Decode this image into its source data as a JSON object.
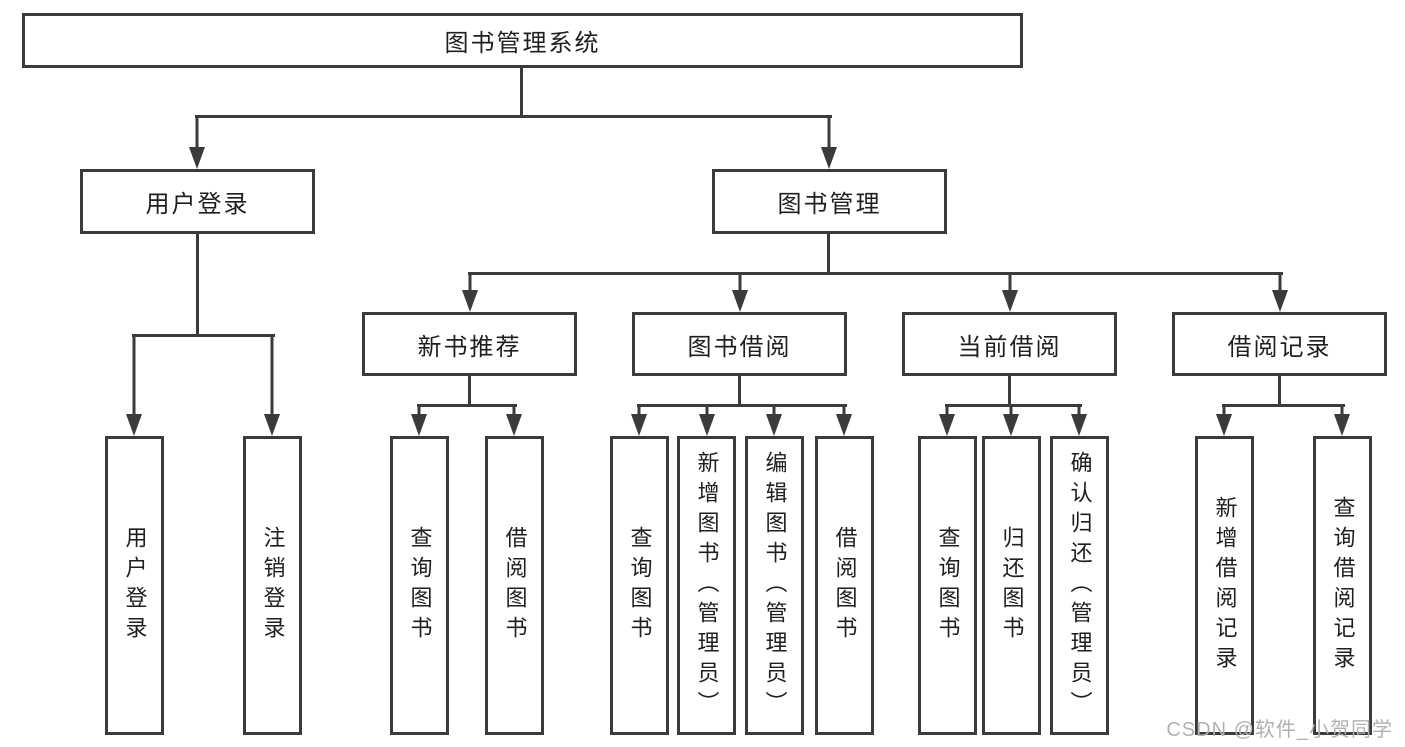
{
  "diagram": {
    "type": "tree",
    "title": "图书管理系统",
    "root": {
      "label": "图书管理系统",
      "children": [
        {
          "label": "用户登录",
          "children": [
            {
              "label": "用户登录"
            },
            {
              "label": "注销登录"
            }
          ]
        },
        {
          "label": "图书管理",
          "children": [
            {
              "label": "新书推荐",
              "children": [
                {
                  "label": "查询图书"
                },
                {
                  "label": "借阅图书"
                }
              ]
            },
            {
              "label": "图书借阅",
              "children": [
                {
                  "label": "查询图书"
                },
                {
                  "label": "新增图书（管理员）"
                },
                {
                  "label": "编辑图书（管理员）"
                },
                {
                  "label": "借阅图书"
                }
              ]
            },
            {
              "label": "当前借阅",
              "children": [
                {
                  "label": "查询图书"
                },
                {
                  "label": "归还图书"
                },
                {
                  "label": "确认归还（管理员）"
                }
              ]
            },
            {
              "label": "借阅记录",
              "children": [
                {
                  "label": "新增借阅记录"
                },
                {
                  "label": "查询借阅记录"
                }
              ]
            }
          ]
        }
      ]
    },
    "colors": {
      "line": "#3b3b3b",
      "text": "#1f1f1f",
      "background": "#ffffff",
      "watermark": "#b1b1b1"
    }
  },
  "watermark": "CSDN @软件_小贺同学"
}
